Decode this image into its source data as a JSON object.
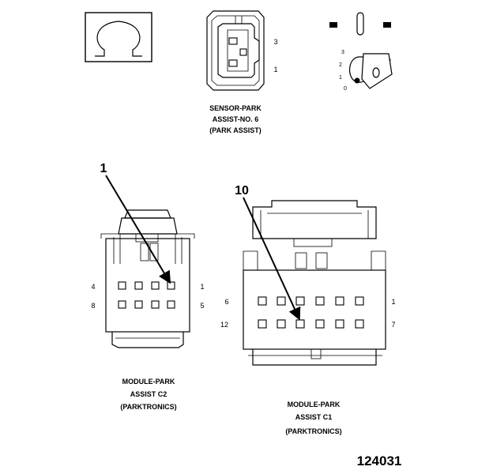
{
  "sensor": {
    "caption": [
      "SENSOR-PARK",
      "ASSIST-NO. 6",
      "(PARK ASSIST)"
    ],
    "pins": [
      "3",
      "1"
    ]
  },
  "key": {
    "positions": [
      "3",
      "2",
      "1",
      "0"
    ]
  },
  "module_c2": {
    "caption": [
      "MODULE-PARK",
      "ASSIST C2",
      "(PARKTRONICS)"
    ],
    "pins": {
      "top_left": "4",
      "top_right": "1",
      "bottom_left": "8",
      "bottom_right": "5"
    },
    "callout": "1"
  },
  "module_c1": {
    "caption": [
      "MODULE-PARK",
      "ASSIST C1",
      "(PARKTRONICS)"
    ],
    "pins": {
      "top_left": "6",
      "top_right": "1",
      "bottom_left": "12",
      "bottom_right": "7"
    },
    "callout": "10"
  },
  "figure_number": "124031"
}
